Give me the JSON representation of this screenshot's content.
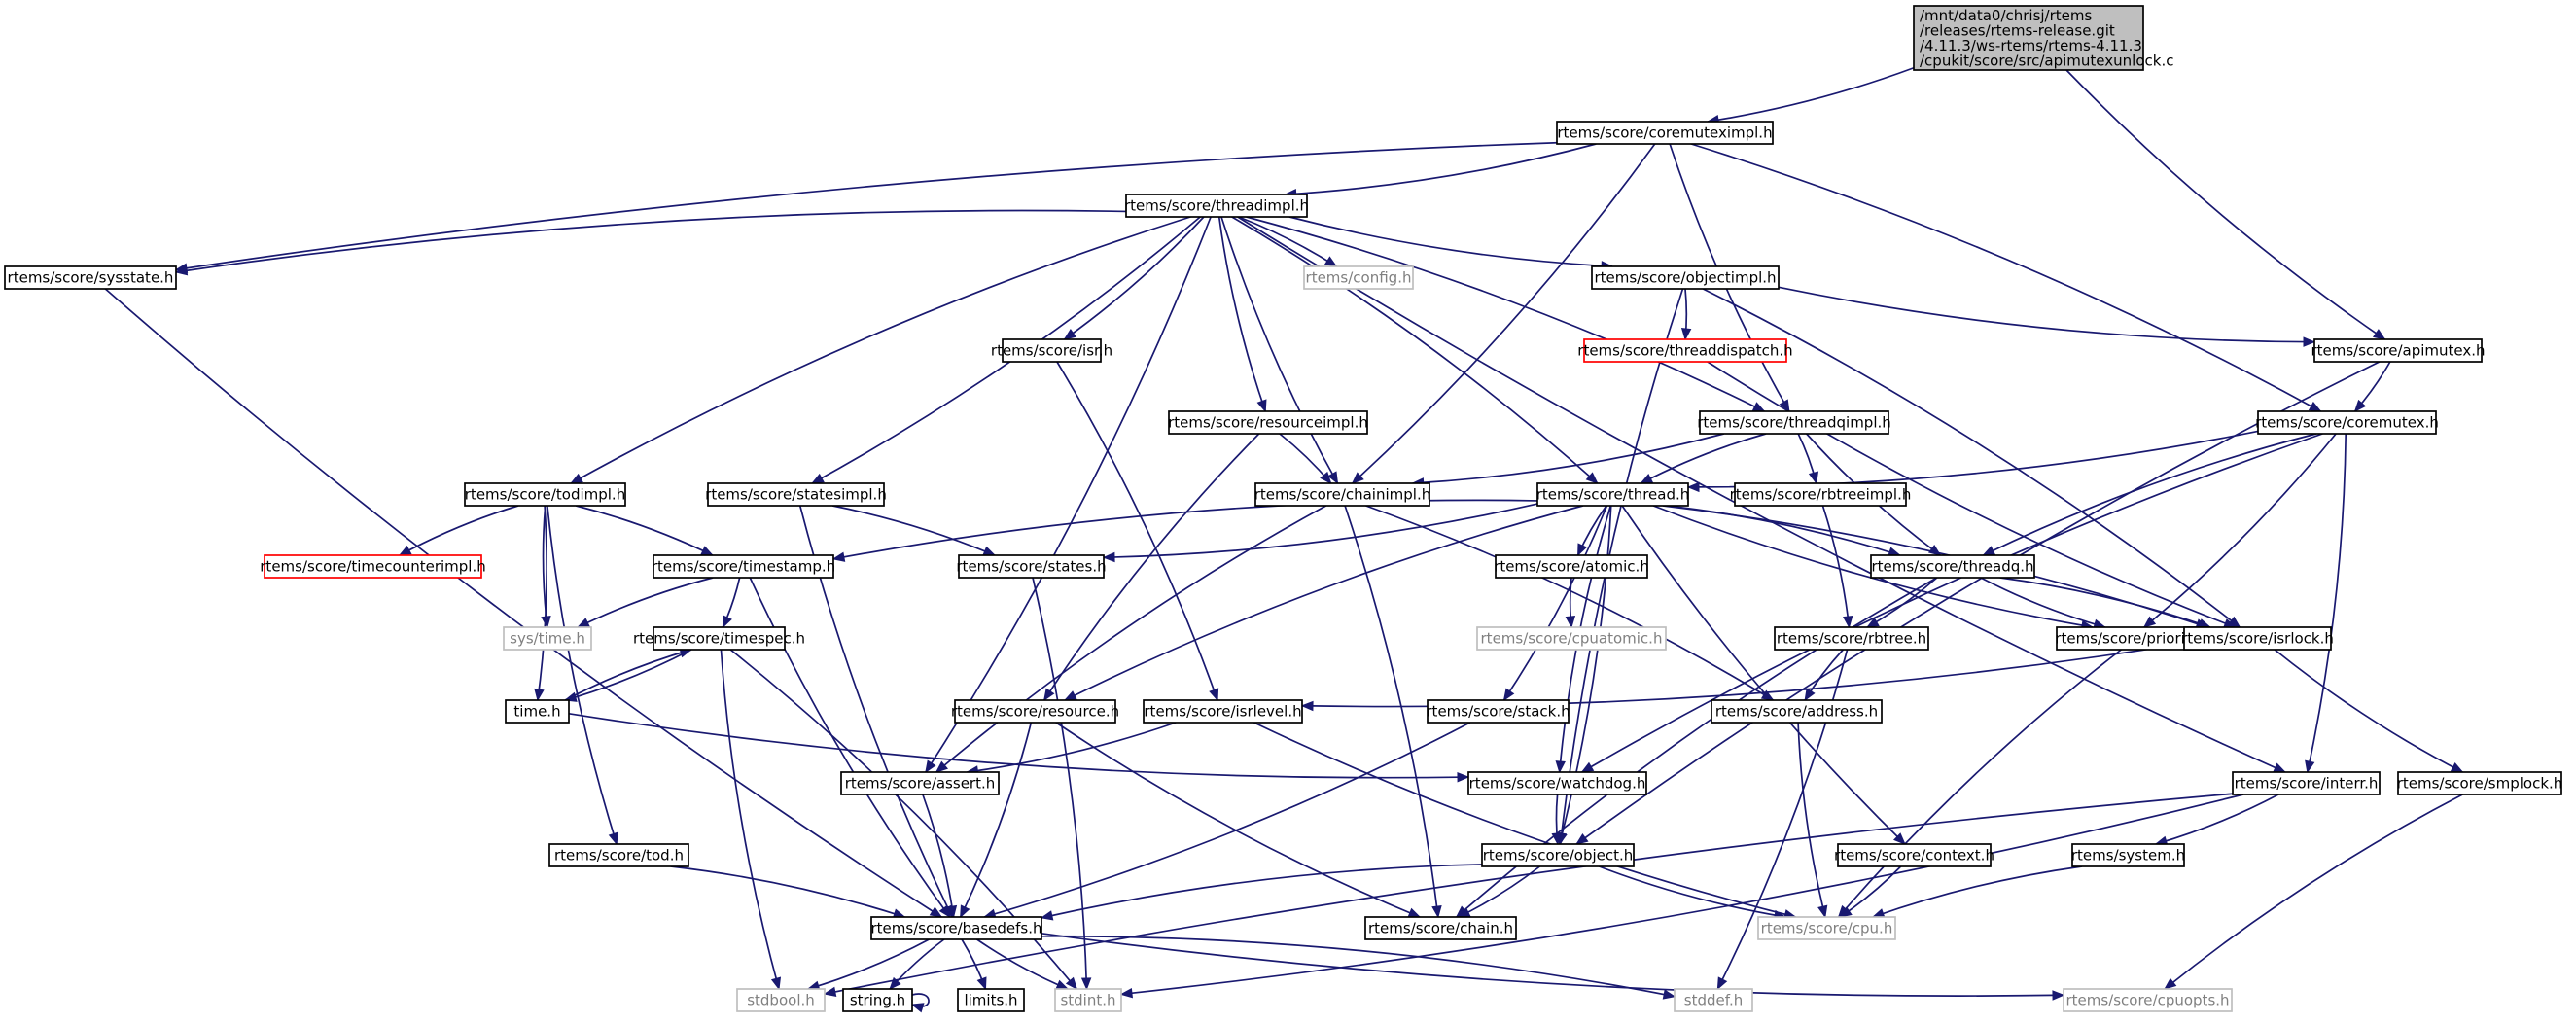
{
  "nodes": [
    {
      "id": "root",
      "lines": [
        "/mnt/data0/chrisj/rtems",
        "/releases/rtems-release.git",
        "/4.11.3/ws-rtems/rtems-4.11.3",
        "/cpukit/score/src/apimutexunlock.c"
      ],
      "style": "root"
    },
    {
      "id": "coremuteximpl",
      "lines": [
        "rtems/score/coremuteximpl.h"
      ],
      "style": "normal"
    },
    {
      "id": "threadimpl",
      "lines": [
        "rtems/score/threadimpl.h"
      ],
      "style": "normal"
    },
    {
      "id": "sysstate",
      "lines": [
        "rtems/score/sysstate.h"
      ],
      "style": "normal"
    },
    {
      "id": "config",
      "lines": [
        "rtems/config.h"
      ],
      "style": "missing"
    },
    {
      "id": "objectimpl",
      "lines": [
        "rtems/score/objectimpl.h"
      ],
      "style": "normal"
    },
    {
      "id": "isr",
      "lines": [
        "rtems/score/isr.h"
      ],
      "style": "normal"
    },
    {
      "id": "threaddispatch",
      "lines": [
        "rtems/score/threaddispatch.h"
      ],
      "style": "truncated"
    },
    {
      "id": "apimutex",
      "lines": [
        "rtems/score/apimutex.h"
      ],
      "style": "normal"
    },
    {
      "id": "resourceimpl",
      "lines": [
        "rtems/score/resourceimpl.h"
      ],
      "style": "normal"
    },
    {
      "id": "threadqimpl",
      "lines": [
        "rtems/score/threadqimpl.h"
      ],
      "style": "normal"
    },
    {
      "id": "coremutex",
      "lines": [
        "rtems/score/coremutex.h"
      ],
      "style": "normal"
    },
    {
      "id": "todimpl",
      "lines": [
        "rtems/score/todimpl.h"
      ],
      "style": "normal"
    },
    {
      "id": "statesimpl",
      "lines": [
        "rtems/score/statesimpl.h"
      ],
      "style": "normal"
    },
    {
      "id": "chainimpl",
      "lines": [
        "rtems/score/chainimpl.h"
      ],
      "style": "normal"
    },
    {
      "id": "thread",
      "lines": [
        "rtems/score/thread.h"
      ],
      "style": "normal"
    },
    {
      "id": "rbtreeimpl",
      "lines": [
        "rtems/score/rbtreeimpl.h"
      ],
      "style": "normal"
    },
    {
      "id": "timecounterimpl",
      "lines": [
        "rtems/score/timecounterimpl.h"
      ],
      "style": "truncated"
    },
    {
      "id": "timestamp",
      "lines": [
        "rtems/score/timestamp.h"
      ],
      "style": "normal"
    },
    {
      "id": "states",
      "lines": [
        "rtems/score/states.h"
      ],
      "style": "normal"
    },
    {
      "id": "atomic",
      "lines": [
        "rtems/score/atomic.h"
      ],
      "style": "normal"
    },
    {
      "id": "threadq",
      "lines": [
        "rtems/score/threadq.h"
      ],
      "style": "normal"
    },
    {
      "id": "systime",
      "lines": [
        "sys/time.h"
      ],
      "style": "missing"
    },
    {
      "id": "timespec",
      "lines": [
        "rtems/score/timespec.h"
      ],
      "style": "normal"
    },
    {
      "id": "cpuatomic",
      "lines": [
        "rtems/score/cpuatomic.h"
      ],
      "style": "missing"
    },
    {
      "id": "rbtree",
      "lines": [
        "rtems/score/rbtree.h"
      ],
      "style": "normal"
    },
    {
      "id": "priority",
      "lines": [
        "rtems/score/priority.h"
      ],
      "style": "normal"
    },
    {
      "id": "isrlock",
      "lines": [
        "rtems/score/isrlock.h"
      ],
      "style": "normal"
    },
    {
      "id": "time",
      "lines": [
        "time.h"
      ],
      "style": "normal"
    },
    {
      "id": "resource",
      "lines": [
        "rtems/score/resource.h"
      ],
      "style": "normal"
    },
    {
      "id": "isrlevel",
      "lines": [
        "rtems/score/isrlevel.h"
      ],
      "style": "normal"
    },
    {
      "id": "stack",
      "lines": [
        "rtems/score/stack.h"
      ],
      "style": "normal"
    },
    {
      "id": "address",
      "lines": [
        "rtems/score/address.h"
      ],
      "style": "normal"
    },
    {
      "id": "assert",
      "lines": [
        "rtems/score/assert.h"
      ],
      "style": "normal"
    },
    {
      "id": "watchdog",
      "lines": [
        "rtems/score/watchdog.h"
      ],
      "style": "normal"
    },
    {
      "id": "interr",
      "lines": [
        "rtems/score/interr.h"
      ],
      "style": "normal"
    },
    {
      "id": "smplock",
      "lines": [
        "rtems/score/smplock.h"
      ],
      "style": "normal"
    },
    {
      "id": "tod",
      "lines": [
        "rtems/score/tod.h"
      ],
      "style": "normal"
    },
    {
      "id": "object",
      "lines": [
        "rtems/score/object.h"
      ],
      "style": "normal"
    },
    {
      "id": "context",
      "lines": [
        "rtems/score/context.h"
      ],
      "style": "normal"
    },
    {
      "id": "system",
      "lines": [
        "rtems/system.h"
      ],
      "style": "normal"
    },
    {
      "id": "basedefs",
      "lines": [
        "rtems/score/basedefs.h"
      ],
      "style": "normal"
    },
    {
      "id": "chain",
      "lines": [
        "rtems/score/chain.h"
      ],
      "style": "normal"
    },
    {
      "id": "cpu",
      "lines": [
        "rtems/score/cpu.h"
      ],
      "style": "missing"
    },
    {
      "id": "stdbool",
      "lines": [
        "stdbool.h"
      ],
      "style": "missing"
    },
    {
      "id": "string",
      "lines": [
        "string.h"
      ],
      "style": "normal"
    },
    {
      "id": "limits",
      "lines": [
        "limits.h"
      ],
      "style": "normal"
    },
    {
      "id": "stdint",
      "lines": [
        "stdint.h"
      ],
      "style": "missing"
    },
    {
      "id": "stddef",
      "lines": [
        "stddef.h"
      ],
      "style": "missing"
    },
    {
      "id": "cpuopts",
      "lines": [
        "rtems/score/cpuopts.h"
      ],
      "style": "missing"
    }
  ],
  "edges": [
    [
      "root",
      "coremuteximpl"
    ],
    [
      "root",
      "apimutex"
    ],
    [
      "coremuteximpl",
      "threadimpl"
    ],
    [
      "coremuteximpl",
      "sysstate"
    ],
    [
      "coremuteximpl",
      "chainimpl"
    ],
    [
      "coremuteximpl",
      "threadqimpl"
    ],
    [
      "coremuteximpl",
      "coremutex"
    ],
    [
      "threadimpl",
      "sysstate"
    ],
    [
      "threadimpl",
      "config"
    ],
    [
      "threadimpl",
      "objectimpl"
    ],
    [
      "threadimpl",
      "isr"
    ],
    [
      "threadimpl",
      "resourceimpl"
    ],
    [
      "threadimpl",
      "threadqimpl"
    ],
    [
      "threadimpl",
      "todimpl"
    ],
    [
      "threadimpl",
      "statesimpl"
    ],
    [
      "threadimpl",
      "chainimpl"
    ],
    [
      "threadimpl",
      "thread"
    ],
    [
      "threadimpl",
      "interr"
    ],
    [
      "threadimpl",
      "assert"
    ],
    [
      "sysstate",
      "basedefs"
    ],
    [
      "objectimpl",
      "threaddispatch"
    ],
    [
      "objectimpl",
      "apimutex"
    ],
    [
      "objectimpl",
      "isrlock"
    ],
    [
      "objectimpl",
      "object"
    ],
    [
      "isr",
      "isrlevel"
    ],
    [
      "threaddispatch",
      "isrlock"
    ],
    [
      "apimutex",
      "coremutex"
    ],
    [
      "apimutex",
      "object"
    ],
    [
      "resourceimpl",
      "chainimpl"
    ],
    [
      "resourceimpl",
      "resource"
    ],
    [
      "threadqimpl",
      "chainimpl"
    ],
    [
      "threadqimpl",
      "thread"
    ],
    [
      "threadqimpl",
      "rbtreeimpl"
    ],
    [
      "threadqimpl",
      "threadq"
    ],
    [
      "coremutex",
      "thread"
    ],
    [
      "coremutex",
      "threadq"
    ],
    [
      "coremutex",
      "priority"
    ],
    [
      "coremutex",
      "watchdog"
    ],
    [
      "coremutex",
      "interr"
    ],
    [
      "todimpl",
      "timecounterimpl"
    ],
    [
      "todimpl",
      "timestamp"
    ],
    [
      "todimpl",
      "systime"
    ],
    [
      "todimpl",
      "time"
    ],
    [
      "todimpl",
      "tod"
    ],
    [
      "statesimpl",
      "states"
    ],
    [
      "statesimpl",
      "basedefs"
    ],
    [
      "chainimpl",
      "chain"
    ],
    [
      "chainimpl",
      "assert"
    ],
    [
      "chainimpl",
      "address"
    ],
    [
      "thread",
      "timestamp"
    ],
    [
      "thread",
      "states"
    ],
    [
      "thread",
      "atomic"
    ],
    [
      "thread",
      "threadq"
    ],
    [
      "thread",
      "priority"
    ],
    [
      "thread",
      "isrlock"
    ],
    [
      "thread",
      "resource"
    ],
    [
      "thread",
      "stack"
    ],
    [
      "thread",
      "watchdog"
    ],
    [
      "thread",
      "object"
    ],
    [
      "thread",
      "context"
    ],
    [
      "rbtreeimpl",
      "rbtree"
    ],
    [
      "timestamp",
      "systime"
    ],
    [
      "timestamp",
      "timespec"
    ],
    [
      "timestamp",
      "basedefs"
    ],
    [
      "states",
      "stdint"
    ],
    [
      "atomic",
      "cpuatomic"
    ],
    [
      "threadq",
      "rbtree"
    ],
    [
      "threadq",
      "priority"
    ],
    [
      "threadq",
      "isrlock"
    ],
    [
      "threadq",
      "chain"
    ],
    [
      "timespec",
      "time"
    ],
    [
      "timespec",
      "stdbool"
    ],
    [
      "timespec",
      "stdint"
    ],
    [
      "rbtree",
      "address"
    ],
    [
      "rbtree",
      "stddef"
    ],
    [
      "priority",
      "cpu"
    ],
    [
      "isrlock",
      "isrlevel"
    ],
    [
      "isrlock",
      "smplock"
    ],
    [
      "time",
      "timespec"
    ],
    [
      "time",
      "watchdog"
    ],
    [
      "resource",
      "basedefs"
    ],
    [
      "resource",
      "chain"
    ],
    [
      "isrlevel",
      "assert"
    ],
    [
      "isrlevel",
      "cpu"
    ],
    [
      "stack",
      "basedefs"
    ],
    [
      "address",
      "cpu"
    ],
    [
      "assert",
      "basedefs"
    ],
    [
      "watchdog",
      "object"
    ],
    [
      "interr",
      "system"
    ],
    [
      "interr",
      "stdbool"
    ],
    [
      "interr",
      "stdint"
    ],
    [
      "smplock",
      "cpuopts"
    ],
    [
      "tod",
      "basedefs"
    ],
    [
      "object",
      "basedefs"
    ],
    [
      "object",
      "chain"
    ],
    [
      "object",
      "cpu"
    ],
    [
      "context",
      "cpu"
    ],
    [
      "system",
      "cpu"
    ],
    [
      "basedefs",
      "stdbool"
    ],
    [
      "basedefs",
      "string"
    ],
    [
      "basedefs",
      "limits"
    ],
    [
      "basedefs",
      "stdint"
    ],
    [
      "basedefs",
      "stddef"
    ],
    [
      "basedefs",
      "cpuopts"
    ],
    [
      "string",
      "string"
    ]
  ],
  "colors": {
    "edge": "#191970",
    "normal_border": "#000000",
    "missing_border": "#bfbfbf",
    "missing_text": "#808080",
    "truncated_border": "#ff0000",
    "root_fill": "#bfbfbf"
  }
}
